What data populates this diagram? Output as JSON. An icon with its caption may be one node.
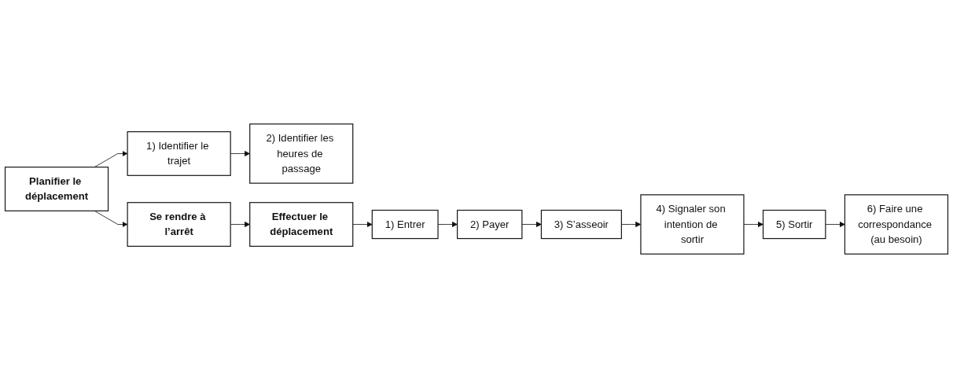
{
  "diagram": {
    "nodes": [
      {
        "text": [
          "Planifier le déplacement"
        ]
      },
      {
        "text": [
          "1) Identifier le trajet"
        ]
      },
      {
        "text": [
          "2) Identifier les heures de passage"
        ]
      },
      {
        "text": [
          "Se rendre à l’arrêt"
        ]
      },
      {
        "text": [
          "Effectuer le déplacement"
        ]
      },
      {
        "text": [
          "1) Entrer"
        ]
      },
      {
        "text": [
          "2) Payer"
        ]
      },
      {
        "text": [
          "3) S’asseoir"
        ]
      },
      {
        "text": [
          "4) Signaler son intention de sortir"
        ]
      },
      {
        "text": [
          "5) Sortir"
        ]
      },
      {
        "text": [
          "6) Faire une correspondance (au besoin)"
        ]
      }
    ],
    "edges": [
      {
        "from": 0,
        "to": 1,
        "arrow": "to"
      },
      {
        "from": 1,
        "to": 2,
        "arrow": "to"
      },
      {
        "from": 0,
        "to": 3,
        "arrow": "to"
      },
      {
        "from": 3,
        "to": 4,
        "arrow": "to"
      },
      {
        "from": 4,
        "to": 5,
        "arrow": "to"
      },
      {
        "from": 5,
        "to": 6,
        "arrow": "to"
      },
      {
        "from": 6,
        "to": 7,
        "arrow": "to"
      },
      {
        "from": 7,
        "to": 8,
        "arrow": "to"
      },
      {
        "from": 8,
        "to": 9,
        "arrow": "to"
      },
      {
        "from": 9,
        "to": 10,
        "arrow": "to"
      }
    ]
  }
}
